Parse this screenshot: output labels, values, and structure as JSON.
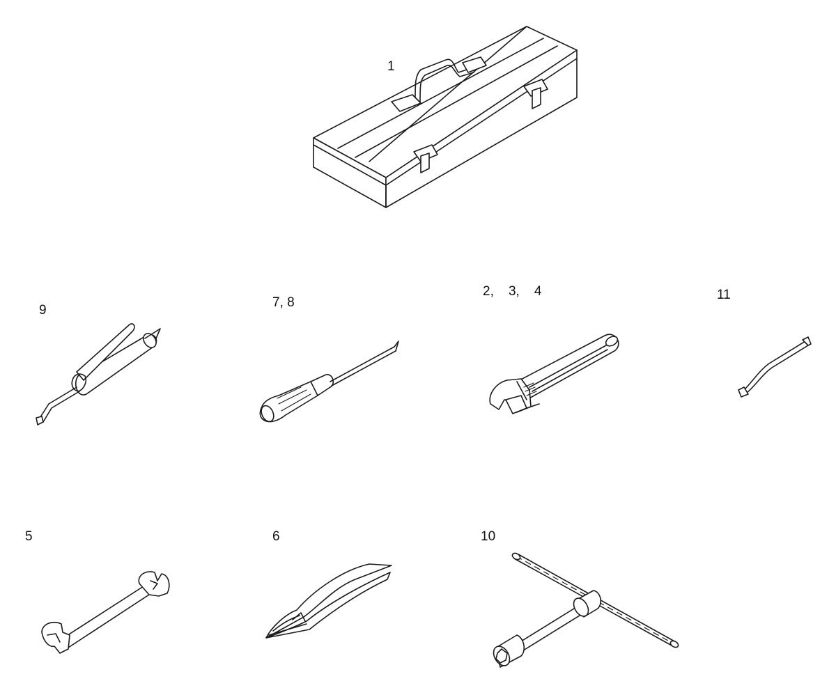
{
  "labels": {
    "toolbox": "1",
    "grease_gun": "9",
    "screwdriver": "7, 8",
    "adjustable_wrench": "2,    3,    4",
    "nozzle_tube": "11",
    "open_end_wrench": "5",
    "pliers": "6",
    "t_socket_wrench": "10"
  },
  "icons": {
    "toolbox": "toolbox-icon",
    "grease_gun": "grease-gun-icon",
    "screwdriver": "screwdriver-icon",
    "adjustable_wrench": "adjustable-wrench-icon",
    "nozzle_tube": "nozzle-tube-icon",
    "open_end_wrench": "open-end-wrench-icon",
    "pliers": "pliers-icon",
    "t_socket_wrench": "t-socket-wrench-icon"
  },
  "colors": {
    "line": "#1a1a1a",
    "background": "#ffffff"
  }
}
